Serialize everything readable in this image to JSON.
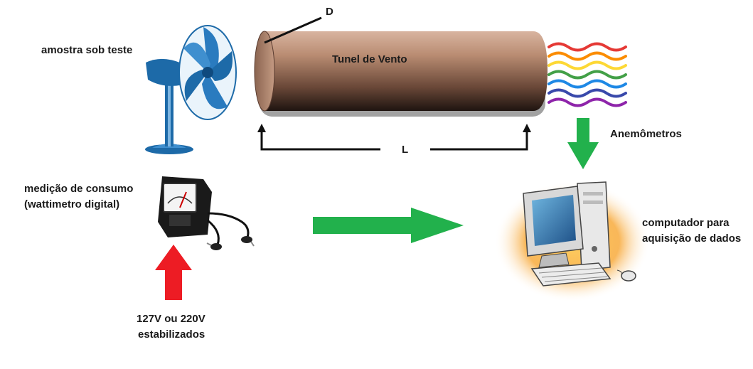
{
  "labels": {
    "diameter": "D",
    "tunnel": "Tunel de Vento",
    "sample_line": "amostra sob teste",
    "length": "L",
    "anemometers": "Anemômetros",
    "consumption_line1": "medição de consumo",
    "consumption_line2": "(wattimetro digital)",
    "computer_line1": "computador para",
    "computer_line2": "aquisição de dados",
    "voltage_line1": "127V ou 220V",
    "voltage_line2": "estabilizados"
  },
  "colors": {
    "background": "#ffffff",
    "green_arrow": "#22b14c",
    "red_arrow": "#ed1c24",
    "tunnel_light": "#c8a088",
    "tunnel_dark": "#1e1410",
    "fan_blue": "#1d6aa8",
    "line_black": "#111111"
  },
  "wind_colors": [
    "#e53935",
    "#fb8c00",
    "#fdd835",
    "#43a047",
    "#1e88e5",
    "#3949ab",
    "#8e24aa"
  ],
  "icons": [
    "fan-icon",
    "wattmeter-icon",
    "computer-icon",
    "wind-waves-icon"
  ]
}
